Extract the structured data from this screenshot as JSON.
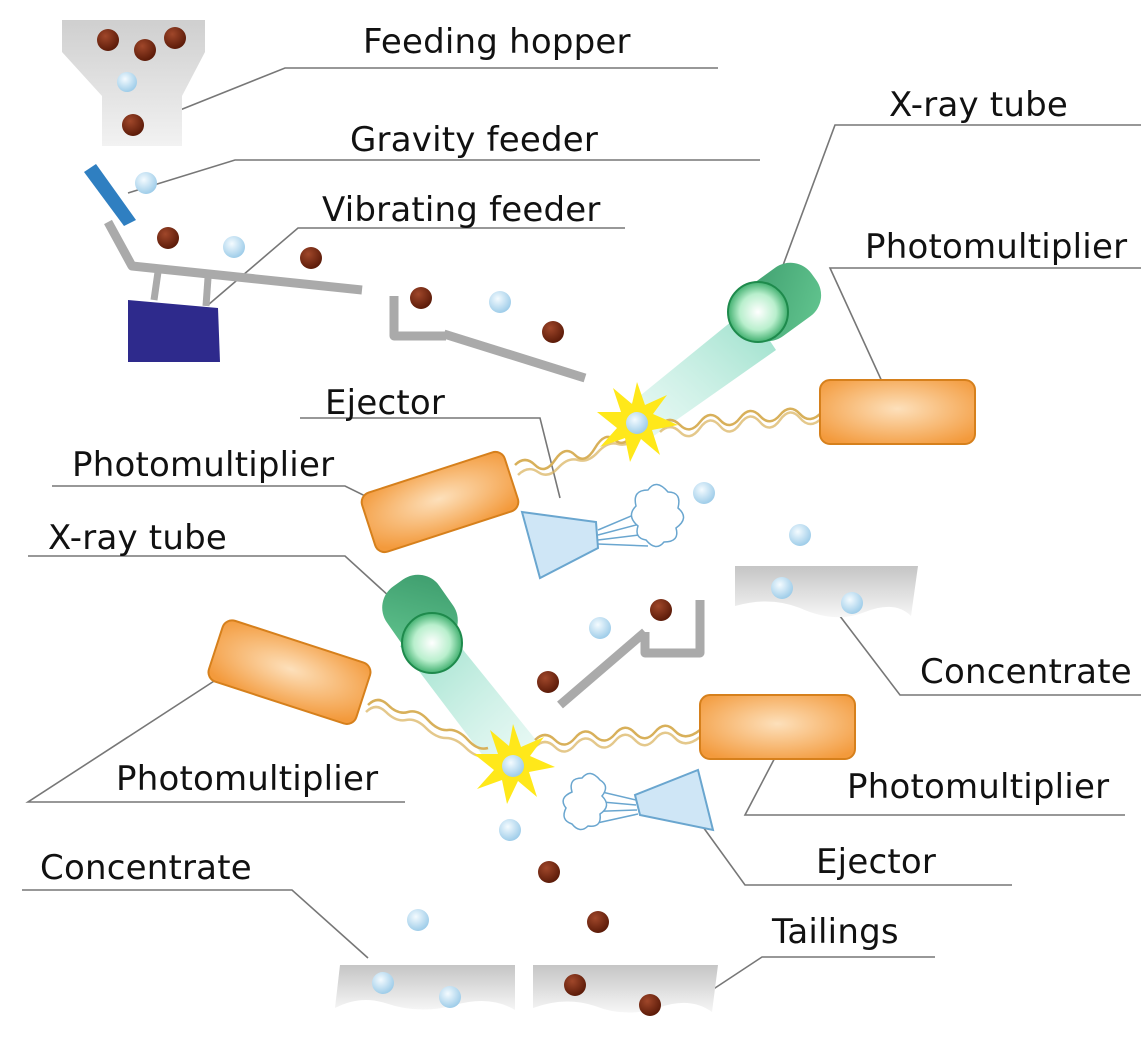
{
  "labels": {
    "feeding_hopper": "Feeding hopper",
    "gravity_feeder": "Gravity feeder",
    "vibrating_feeder": "Vibrating feeder",
    "xray_tube_top": "X-ray tube",
    "photomultiplier_top_right": "Photomultiplier",
    "ejector_top": "Ejector",
    "photomultiplier_top_left": "Photomultiplier",
    "xray_tube_bottom": "X-ray tube",
    "concentrate_right": "Concentrate",
    "photomultiplier_bottom_left": "Photomultiplier",
    "photomultiplier_bottom_right": "Photomultiplier",
    "ejector_bottom": "Ejector",
    "concentrate_bottom": "Concentrate",
    "tailings": "Tailings"
  },
  "colors": {
    "ore_particle": "#7a2a14",
    "waste_particle": "#c9e6f7",
    "xray_tube": "#3fae6f",
    "photomultiplier": "#f4a24a",
    "gravity_feeder": "#2f7fc1",
    "vibrator_motor": "#2e2a8c",
    "chute": "#aaaaaa",
    "ejector": "#cfe6f6",
    "bin": "#d3d3d3",
    "spark": "#ffe81a"
  }
}
